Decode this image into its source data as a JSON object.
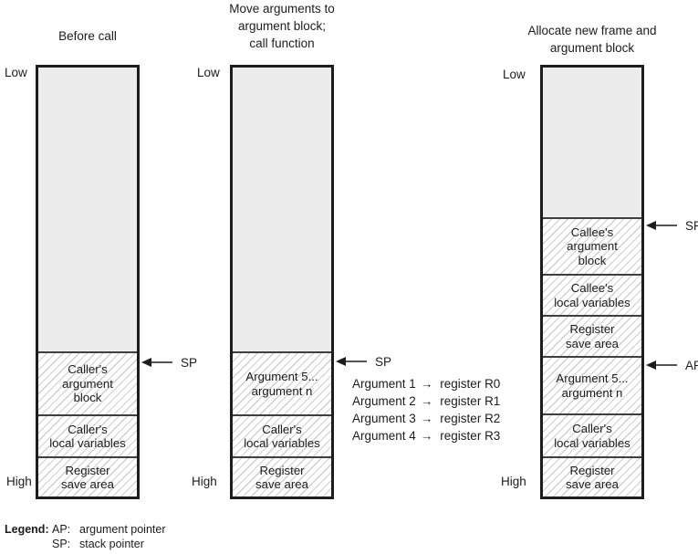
{
  "figure": {
    "columns": [
      {
        "title_lines": [
          "Before call"
        ],
        "low_label": "Low",
        "high_label": "High",
        "sections": [
          {
            "kind": "free-space",
            "lines": []
          },
          {
            "kind": "hatched",
            "pointer": "SP",
            "lines": [
              "Caller's",
              "argument",
              "block"
            ]
          },
          {
            "kind": "hatched",
            "lines": [
              "Caller's",
              "local variables"
            ]
          },
          {
            "kind": "hatched",
            "lines": [
              "Register",
              "save area"
            ]
          }
        ]
      },
      {
        "title_lines": [
          "Move arguments to",
          "argument block;",
          "call function"
        ],
        "low_label": "Low",
        "high_label": "High",
        "sections": [
          {
            "kind": "free-space",
            "lines": []
          },
          {
            "kind": "hatched",
            "pointer": "SP",
            "lines": [
              "Argument 5...",
              "argument n"
            ]
          },
          {
            "kind": "hatched",
            "lines": [
              "Caller's",
              "local variables"
            ]
          },
          {
            "kind": "hatched",
            "lines": [
              "Register",
              "save area"
            ]
          }
        ]
      },
      {
        "title_lines": [
          "Allocate new frame and",
          "argument block"
        ],
        "low_label": "Low",
        "high_label": "High",
        "sections": [
          {
            "kind": "free-space",
            "lines": []
          },
          {
            "kind": "hatched",
            "pointer": "SP",
            "lines": [
              "Callee's",
              "argument",
              "block"
            ]
          },
          {
            "kind": "hatched",
            "lines": [
              "Callee's",
              "local variables"
            ]
          },
          {
            "kind": "hatched",
            "lines": [
              "Register",
              "save area"
            ]
          },
          {
            "kind": "hatched",
            "pointer": "AP",
            "lines": [
              "Argument 5...",
              "argument n"
            ]
          },
          {
            "kind": "hatched",
            "lines": [
              "Caller's",
              "local variables"
            ]
          },
          {
            "kind": "hatched",
            "lines": [
              "Register",
              "save area"
            ]
          }
        ]
      }
    ],
    "register_moves": {
      "arrow": "→",
      "lines": [
        {
          "from": "Argument 1",
          "to": "register R0"
        },
        {
          "from": "Argument 2",
          "to": "register R1"
        },
        {
          "from": "Argument 3",
          "to": "register R2"
        },
        {
          "from": "Argument 4",
          "to": "register R3"
        }
      ]
    },
    "legend": {
      "title": "Legend:",
      "entries": [
        {
          "key": "AP:",
          "value": "argument pointer"
        },
        {
          "key": "SP:",
          "value": "stack pointer"
        }
      ]
    },
    "colors": {
      "border": "#1d1d1b",
      "free_space_fill": "#ececec",
      "hatch_line": "#cfcfcf",
      "text": "#1c1c1c"
    }
  }
}
